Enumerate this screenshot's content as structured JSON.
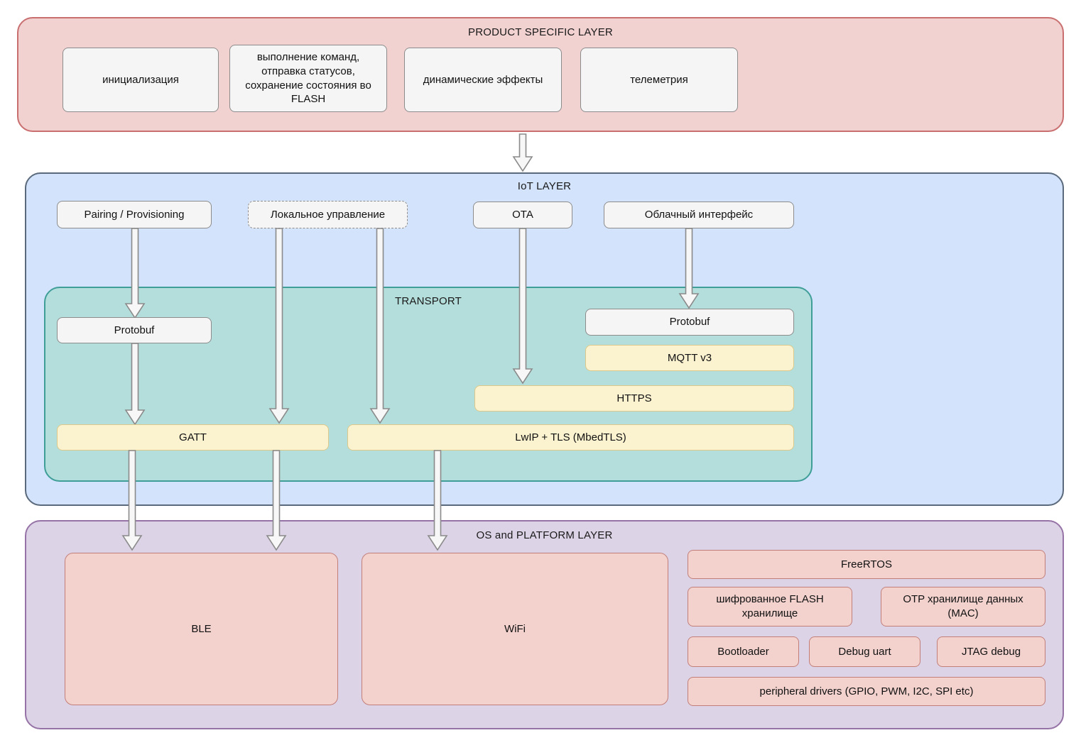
{
  "diagram": {
    "title": "IoT device firmware layered architecture",
    "colors": {
      "product_layer_bg": "#f2d1d1",
      "product_layer_border": "#c96f6f",
      "iot_layer_bg": "#d2e3fb",
      "iot_layer_border": "#5a6a7c",
      "transport_bg": "#b4dedb",
      "transport_border": "#3f9e98",
      "os_layer_bg": "#ddd3e7",
      "os_layer_border": "#9673a6",
      "node_bg": "#f5f5f5",
      "node_border": "#8c8c8c",
      "yellow_bg": "#fbf2d0",
      "yellow_border": "#dcc98a",
      "pink_bg": "#f3d2ce",
      "pink_border": "#c27f79",
      "arrow_fill": "#f7f7f7",
      "arrow_stroke": "#8a8a8a"
    }
  },
  "product_layer": {
    "title": "PRODUCT SPECIFIC LAYER",
    "boxes": [
      {
        "label": "инициализация"
      },
      {
        "label": "выполнение команд, отправка статусов, сохранение состояния во FLASH"
      },
      {
        "label": "динамические эффекты"
      },
      {
        "label": "телеметрия"
      }
    ]
  },
  "iot_layer": {
    "title": "IoT LAYER",
    "boxes": [
      {
        "label": "Pairing / Provisioning",
        "style": "solid"
      },
      {
        "label": "Локальное управление",
        "style": "dashed"
      },
      {
        "label": "OTA",
        "style": "solid"
      },
      {
        "label": "Облачный интерфейс",
        "style": "solid"
      }
    ]
  },
  "transport": {
    "title": "TRANSPORT",
    "boxes": [
      {
        "label": "Protobuf",
        "style": "plain"
      },
      {
        "label": "Protobuf",
        "style": "plain"
      },
      {
        "label": "MQTT v3",
        "style": "yellow"
      },
      {
        "label": "HTTPS",
        "style": "yellow"
      },
      {
        "label": "GATT",
        "style": "yellow"
      },
      {
        "label": "LwIP + TLS (MbedTLS)",
        "style": "yellow"
      }
    ]
  },
  "os_layer": {
    "title": "OS and PLATFORM LAYER",
    "radios": [
      {
        "label": "BLE"
      },
      {
        "label": "WiFi"
      }
    ],
    "platform_boxes": [
      {
        "label": "FreeRTOS"
      },
      {
        "label": "шифрованное FLASH хранилище"
      },
      {
        "label": "OTP хранилище данных (MAC)"
      },
      {
        "label": "Bootloader"
      },
      {
        "label": "Debug uart"
      },
      {
        "label": "JTAG debug"
      },
      {
        "label": "peripheral drivers (GPIO, PWM, I2C, SPI etc)"
      }
    ]
  }
}
